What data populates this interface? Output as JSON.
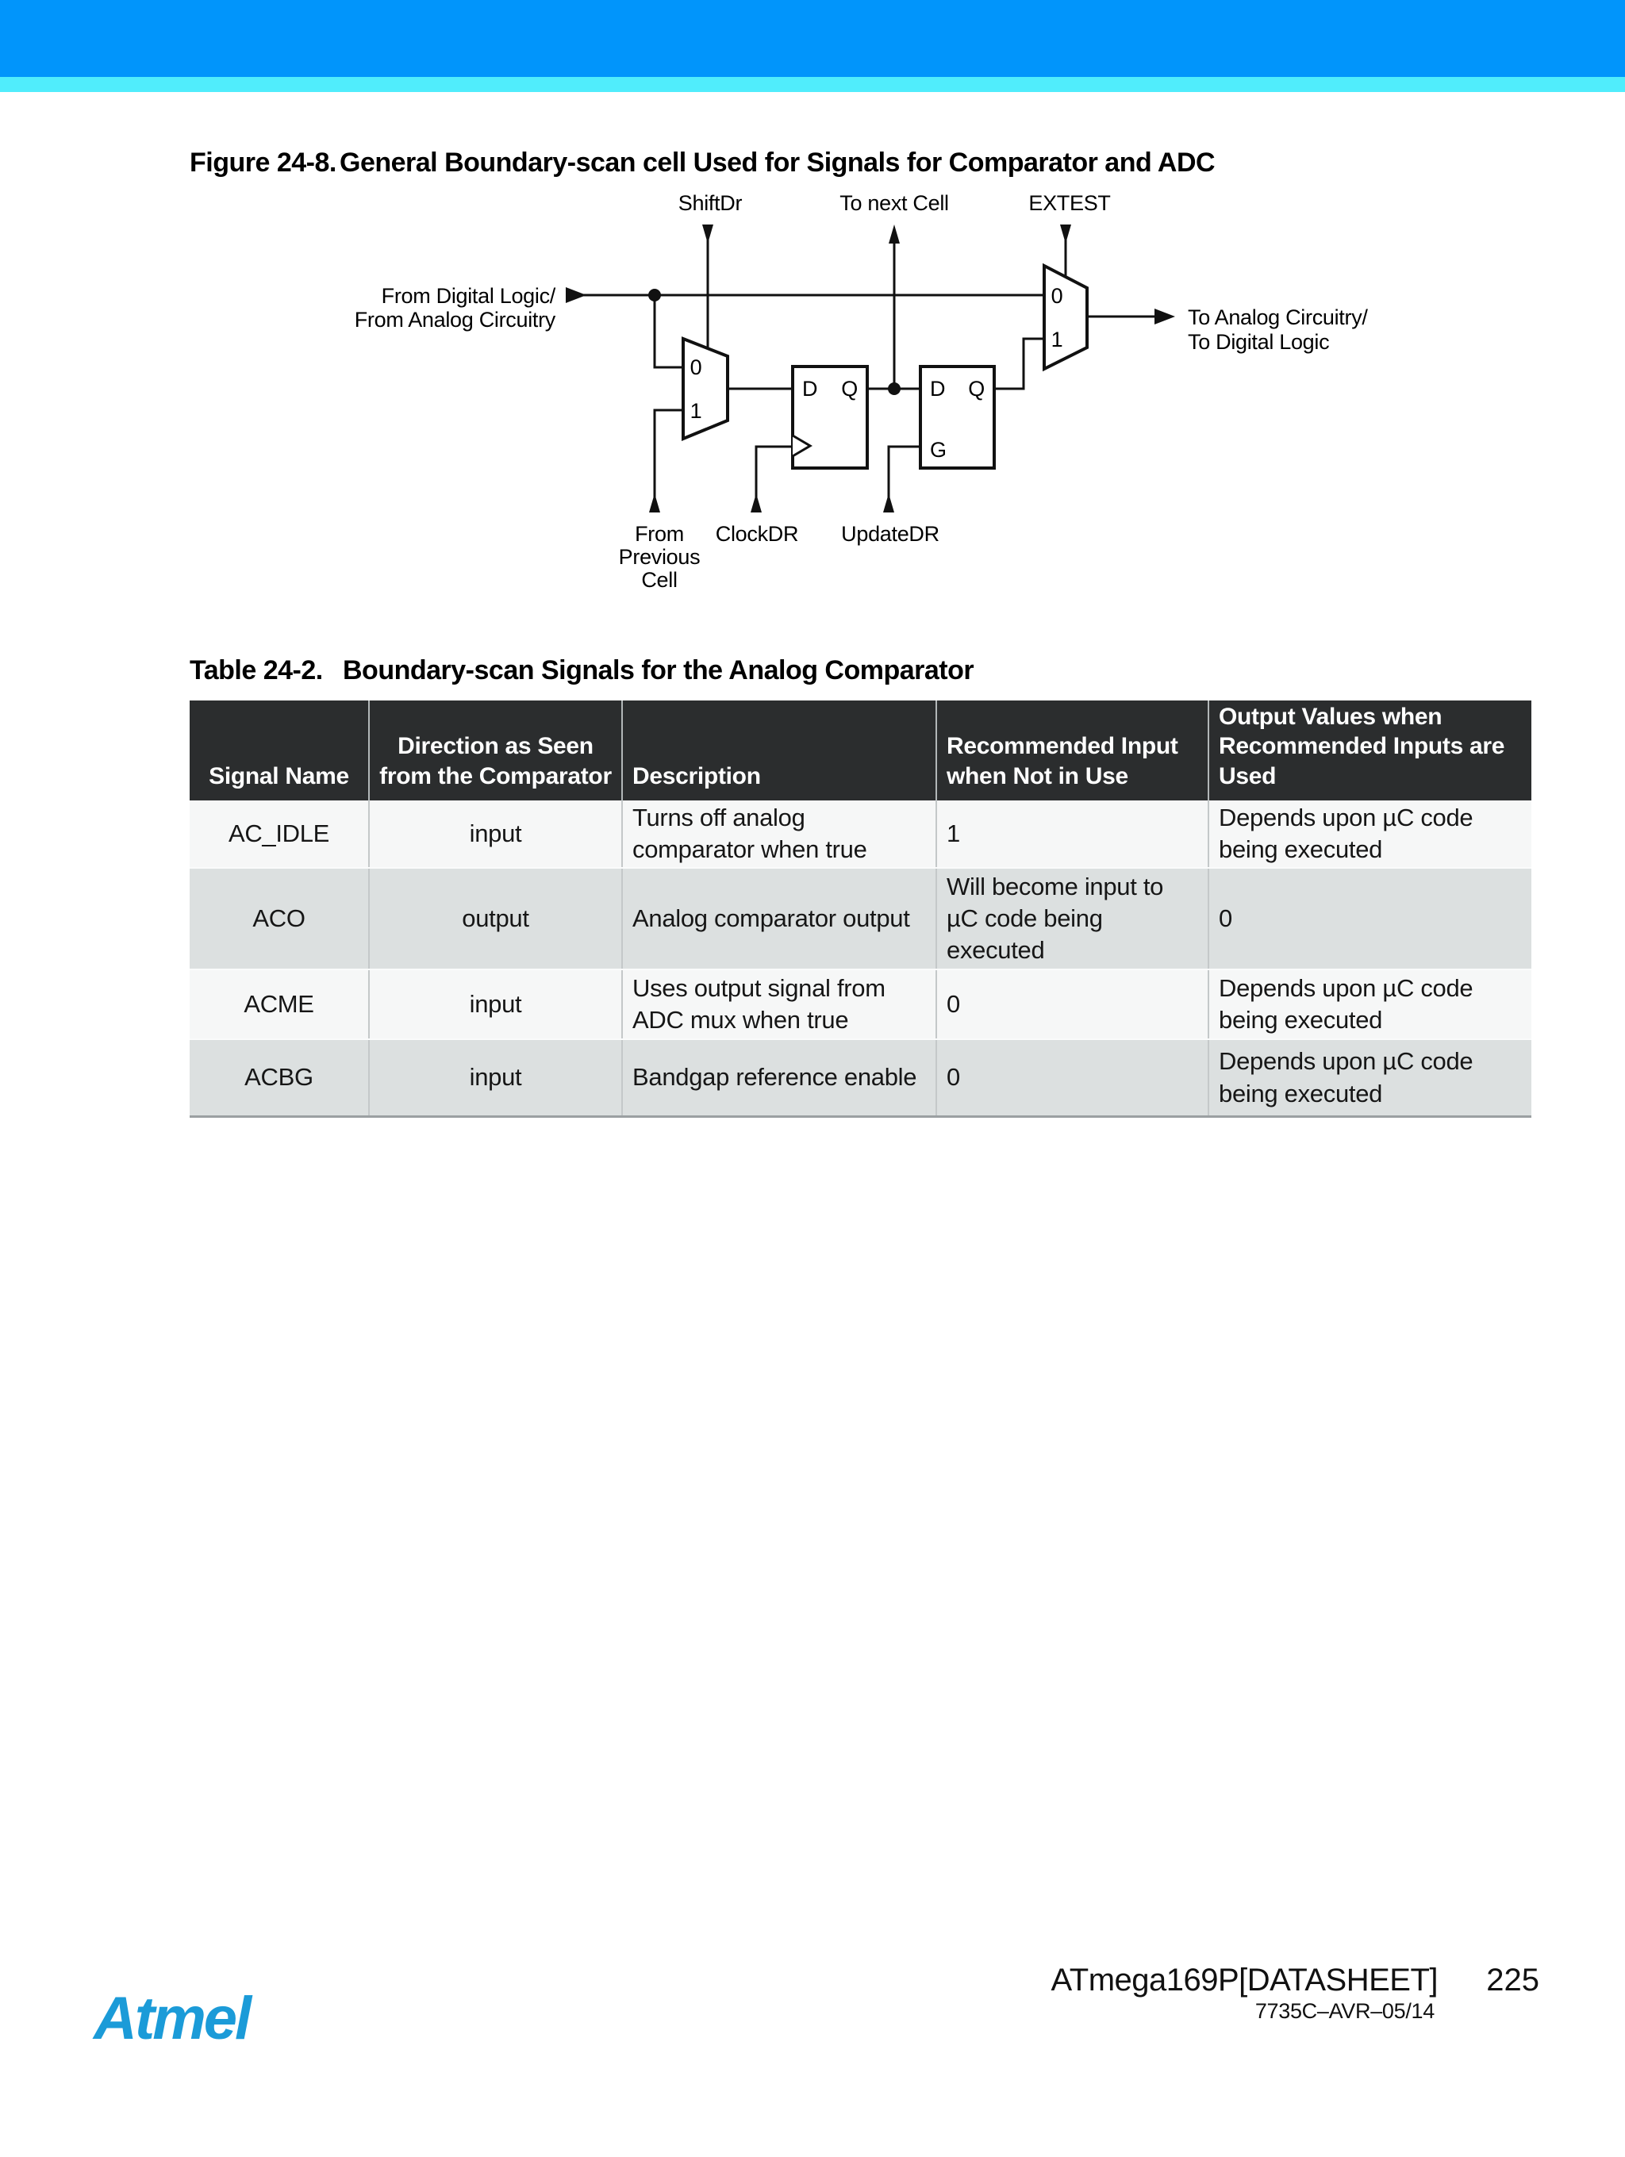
{
  "colors": {
    "banner_blue": "#0195fb",
    "banner_cyan": "#50edfc",
    "table_header_bg": "#2b2d2e",
    "row_light": "#f6f7f7",
    "row_gray": "#dce0e0",
    "atmel_blue": "#1b9bd8"
  },
  "figure": {
    "label": "Figure 24-8.",
    "title": "General Boundary-scan cell Used for Signals for Comparator and ADC",
    "diagram": {
      "shiftdr": "ShiftDr",
      "to_next_cell": "To next Cell",
      "extest": "EXTEST",
      "from_digital_1": "From Digital Logic/",
      "from_digital_2": "From Analog Circuitry",
      "to_analog_1": "To Analog Circuitry/",
      "to_analog_2": "To Digital Logic",
      "from_prev_1": "From",
      "from_prev_2": "Previous",
      "from_prev_3": "Cell",
      "clockdr": "ClockDR",
      "updatedr": "UpdateDR",
      "mux0": "0",
      "mux1": "1",
      "ff_d": "D",
      "ff_q": "Q",
      "latch_g": "G"
    }
  },
  "table": {
    "label": "Table 24-2.",
    "title": "Boundary-scan Signals for the Analog Comparator",
    "columns": [
      "Signal Name",
      "Direction as Seen from the Comparator",
      "Description",
      "Recommended Input when Not in Use",
      "Output Values when Recommended Inputs are Used"
    ],
    "rows": [
      {
        "signal": "AC_IDLE",
        "direction": "input",
        "description": "Turns off analog comparator when true",
        "recommended_input": "1",
        "output_values": "Depends upon µC code being executed"
      },
      {
        "signal": "ACO",
        "direction": "output",
        "description": "Analog comparator output",
        "recommended_input": "Will become input to µC code being executed",
        "output_values": "0"
      },
      {
        "signal": "ACME",
        "direction": "input",
        "description": "Uses output signal from ADC mux when true",
        "recommended_input": "0",
        "output_values": "Depends upon µC code being executed"
      },
      {
        "signal": "ACBG",
        "direction": "input",
        "description": "Bandgap reference enable",
        "recommended_input": "0",
        "output_values": "Depends upon µC code being executed"
      }
    ]
  },
  "footer": {
    "logo": "Atmel",
    "doc_title": "ATmega169P[DATASHEET]",
    "page_number": "225",
    "doc_code": "7735C–AVR–05/14"
  }
}
